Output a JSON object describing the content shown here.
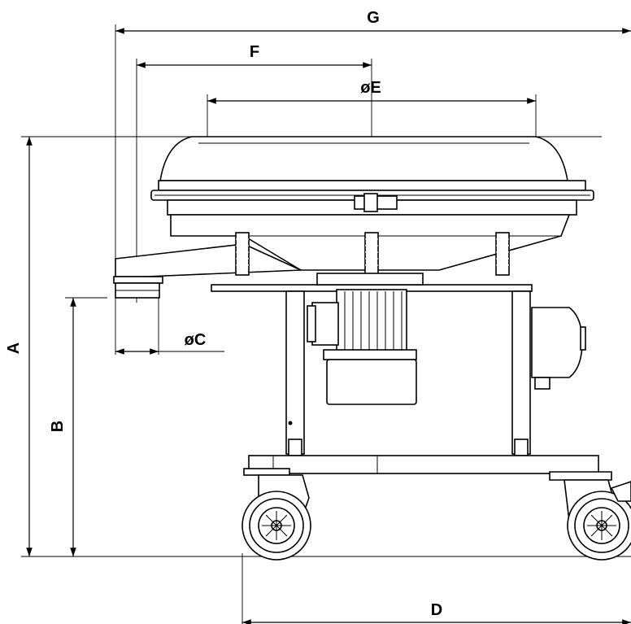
{
  "labels": {
    "G": "G",
    "F": "F",
    "E": "øE",
    "A": "A",
    "B": "B",
    "C": "øC",
    "D": "D"
  }
}
